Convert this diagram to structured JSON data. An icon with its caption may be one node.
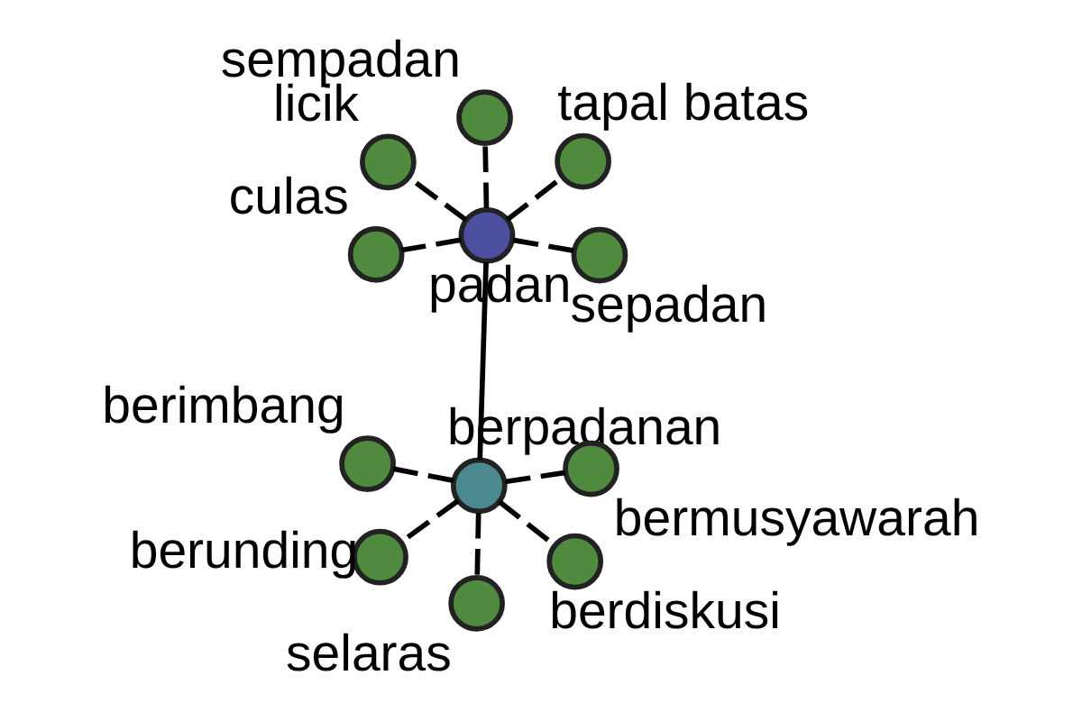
{
  "diagram": {
    "nodes": [
      {
        "text": [
          "padan"
        ]
      },
      {
        "text": [
          "sepadan"
        ]
      },
      {
        "text": [
          "culas"
        ]
      },
      {
        "text": [
          "licik"
        ]
      },
      {
        "text": [
          "tapal batas"
        ]
      },
      {
        "text": [
          "sempadan"
        ]
      },
      {
        "text": [
          "berpadanan"
        ]
      },
      {
        "text": [
          "berdiskusi"
        ]
      },
      {
        "text": [
          "berimbang"
        ]
      },
      {
        "text": [
          "selaras"
        ]
      },
      {
        "text": [
          "bermusyawarah"
        ]
      },
      {
        "text": [
          "berunding"
        ]
      }
    ],
    "edges": [
      {
        "from": 0,
        "to": 1,
        "arrow": "none",
        "style": "dashed"
      },
      {
        "from": 0,
        "to": 2,
        "arrow": "none",
        "style": "dashed"
      },
      {
        "from": 0,
        "to": 3,
        "arrow": "none",
        "style": "dashed"
      },
      {
        "from": 0,
        "to": 4,
        "arrow": "none",
        "style": "dashed"
      },
      {
        "from": 0,
        "to": 5,
        "arrow": "none",
        "style": "dashed"
      },
      {
        "from": 0,
        "to": 6,
        "arrow": "none"
      },
      {
        "from": 6,
        "to": 7,
        "arrow": "none",
        "style": "dashed"
      },
      {
        "from": 6,
        "to": 8,
        "arrow": "none",
        "style": "dashed"
      },
      {
        "from": 6,
        "to": 9,
        "arrow": "none",
        "style": "dashed"
      },
      {
        "from": 6,
        "to": 10,
        "arrow": "none",
        "style": "dashed"
      },
      {
        "from": 6,
        "to": 11,
        "arrow": "none",
        "style": "dashed"
      }
    ]
  }
}
